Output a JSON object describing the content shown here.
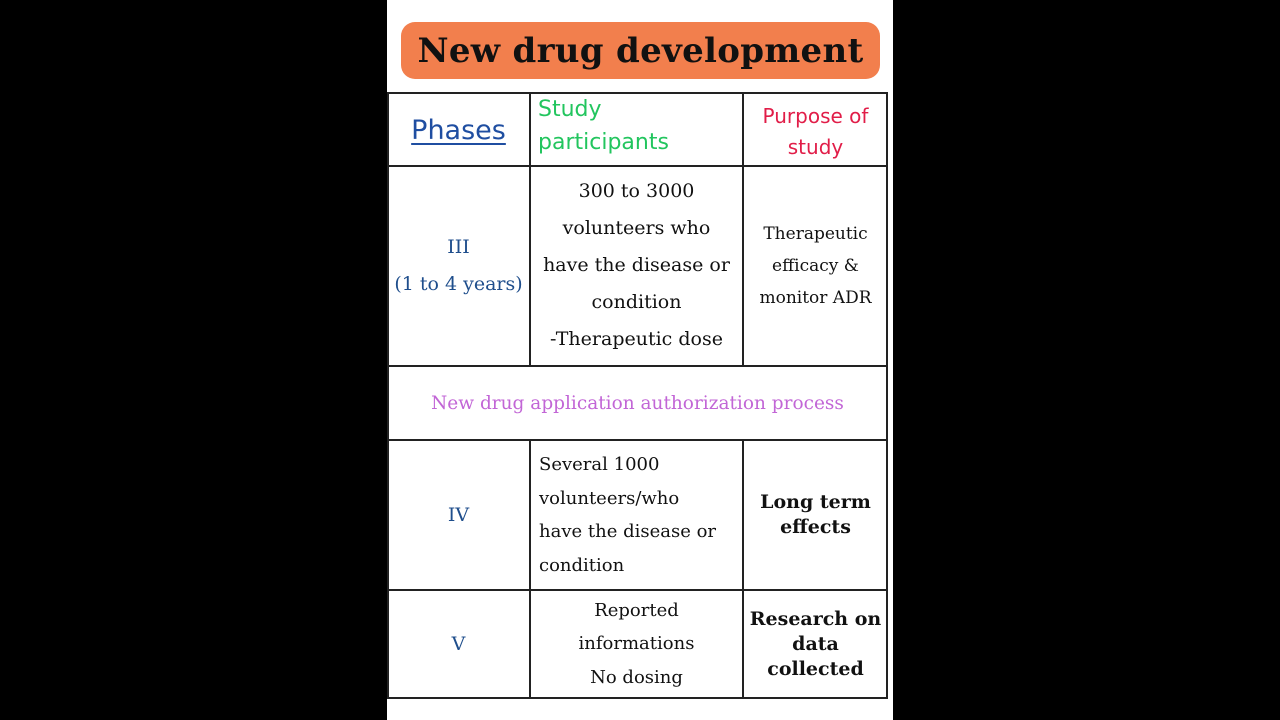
{
  "title": "New drug development",
  "headers": {
    "phases": "Phases",
    "study_lines": [
      "Study",
      "participants"
    ],
    "purpose_lines": [
      "Purpose of",
      "study"
    ]
  },
  "rows": [
    {
      "phase_lines": [
        "III",
        "(1 to 4 years)"
      ],
      "participants_lines": [
        "300 to 3000",
        "volunteers who",
        "have the disease or",
        "condition",
        "-Therapeutic dose"
      ],
      "purpose_lines": [
        "Therapeutic",
        "efficacy &",
        "monitor ADR"
      ]
    },
    {
      "phase_lines": [
        "IV"
      ],
      "participants_lines": [
        "Several 1000",
        "volunteers/who",
        "have the disease or",
        "condition"
      ],
      "purpose_lines": [
        "Long term",
        "effects"
      ]
    },
    {
      "phase_lines": [
        "V"
      ],
      "participants_lines": [
        "Reported",
        "informations",
        "No dosing"
      ],
      "purpose_lines": [
        "Research on",
        "data",
        "collected"
      ]
    }
  ],
  "banner": "New drug application authorization process",
  "colors": {
    "title_bg": "#f27f4d",
    "phases_header": "#1f4ea1",
    "study_header": "#22c55e",
    "purpose_header": "#e11d48",
    "phase_text": "#1f4e8c",
    "banner_text": "#c266d6"
  }
}
